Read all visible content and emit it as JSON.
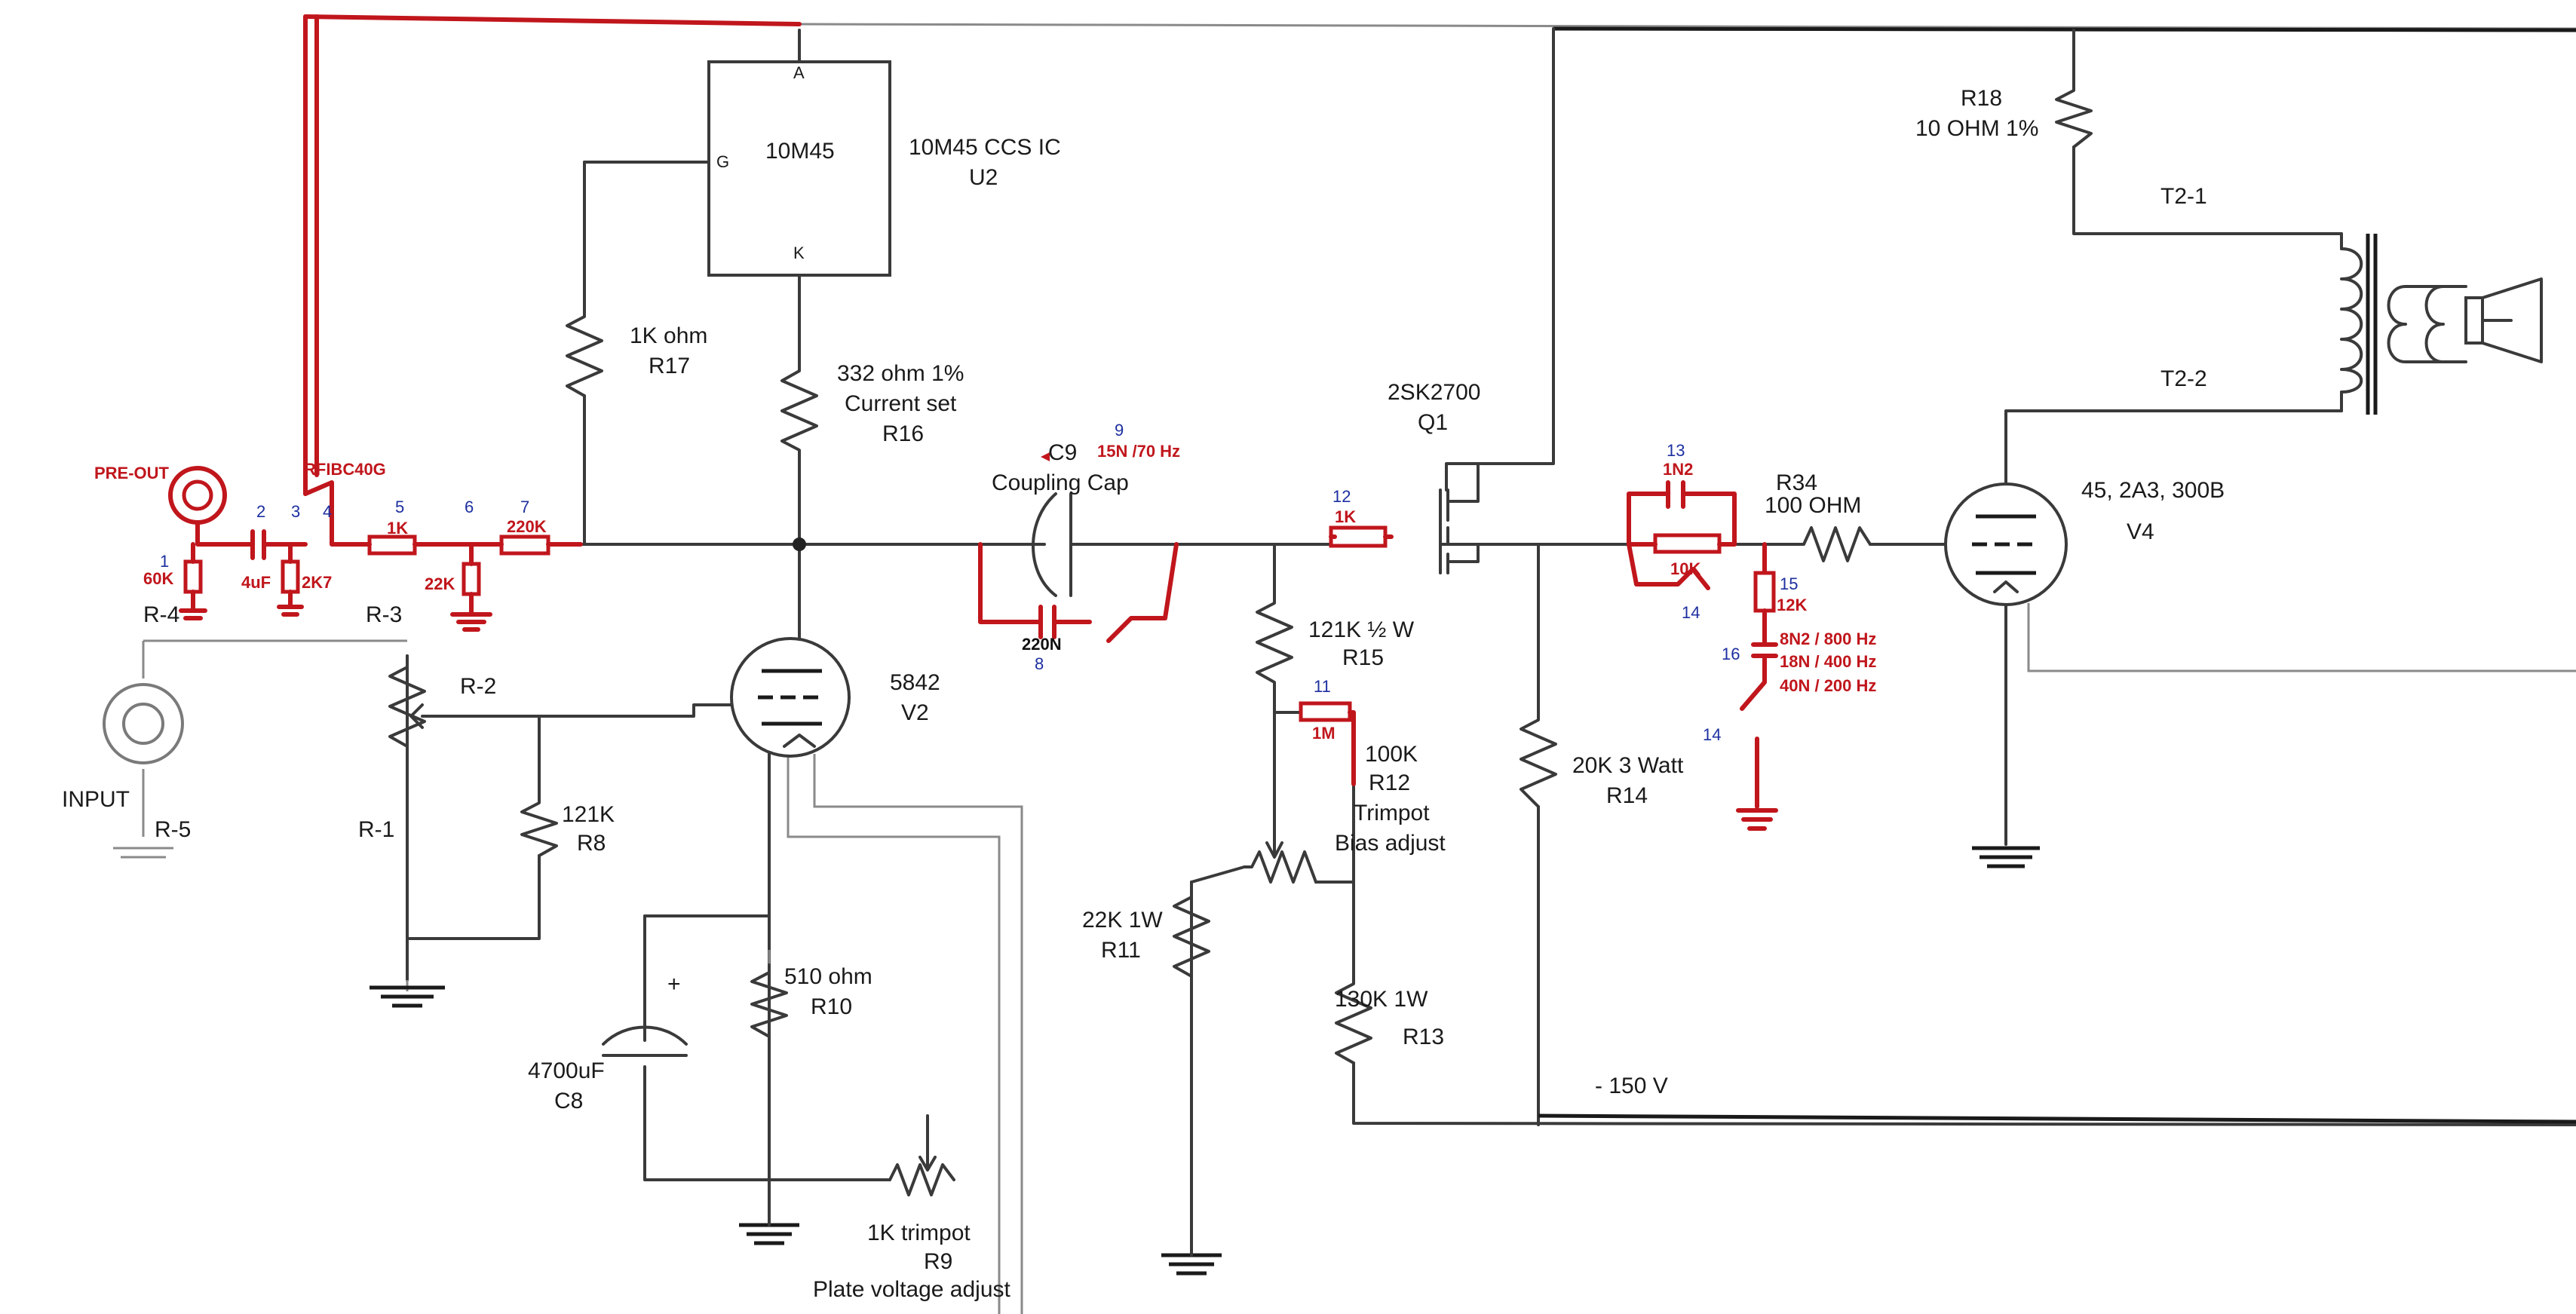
{
  "ic": {
    "name": "10M45",
    "pin_a": "A",
    "pin_g": "G",
    "pin_k": "K",
    "desc_line1": "10M45 CCS IC",
    "desc_line2": "U2"
  },
  "labels": {
    "r17_val": "1K ohm",
    "r17_ref": "R17",
    "r16_val": "332 ohm 1%",
    "r16_note": "Current set",
    "r16_ref": "R16",
    "c9_ref": "C9",
    "c9_num": "9",
    "c9_val": "15N /70 Hz",
    "c9_note": "Coupling Cap",
    "c_220n": "220N",
    "c_220n_num": "8",
    "q1_part": "2SK2700",
    "q1_ref": "Q1",
    "pre_out": "PRE-OUT",
    "rfibc": "RFIBC40G",
    "n1": "1",
    "n2": "2",
    "n3": "3",
    "n4": "4",
    "n5": "5",
    "n6": "6",
    "n7": "7",
    "r_60k": "60K",
    "c_4uf": "4uF",
    "r_2k7": "2K7",
    "r_1k_5": "1K",
    "r_22k": "22K",
    "r_220k": "220K",
    "r4": "R-4",
    "r3": "R-3",
    "r2": "R-2",
    "r1": "R-1",
    "r5": "R-5",
    "input": "INPUT",
    "r8_val": "121K",
    "r8_ref": "R8",
    "v2_part": "5842",
    "v2_ref": "V2",
    "r10_val": "510 ohm",
    "r10_ref": "R10",
    "c8_plus": "+",
    "c8_val": "4700uF",
    "c8_ref": "C8",
    "r9_val": "1K trimpot",
    "r9_ref": "R9",
    "r9_note": "Plate voltage adjust",
    "r15_val": "121K ½ W",
    "r15_ref": "R15",
    "n11": "11",
    "r_1m": "1M",
    "r12_val": "100K",
    "r12_ref": "R12",
    "r12_note1": "Trimpot",
    "r12_note2": "Bias adjust",
    "r11_val": "22K 1W",
    "r11_ref": "R11",
    "r13_val": "130K 1W",
    "r13_ref": "R13",
    "n12": "12",
    "r_1k_12": "1K",
    "n13": "13",
    "c_1n2": "1N2",
    "r_10k": "10K",
    "n14a": "14",
    "n14b": "14",
    "n15": "15",
    "r_12k": "12K",
    "n16": "16",
    "sel1": "8N2 / 800 Hz",
    "sel2": "18N / 400 Hz",
    "sel3": "40N / 200 Hz",
    "r34_ref": "R34",
    "r34_val": "100 OHM",
    "r14_val": "20K 3 Watt",
    "r14_ref": "R14",
    "neg150": "- 150 V",
    "r18_ref": "R18",
    "r18_val": "10 OHM 1%",
    "t21": "T2-1",
    "t22": "T2-2",
    "v4_part": "45, 2A3, 300B",
    "v4_ref": "V4"
  },
  "colors": {
    "ink": "#3a3a3a",
    "modification_red": "#c0161c",
    "note_blue": "#1d2fa0"
  }
}
